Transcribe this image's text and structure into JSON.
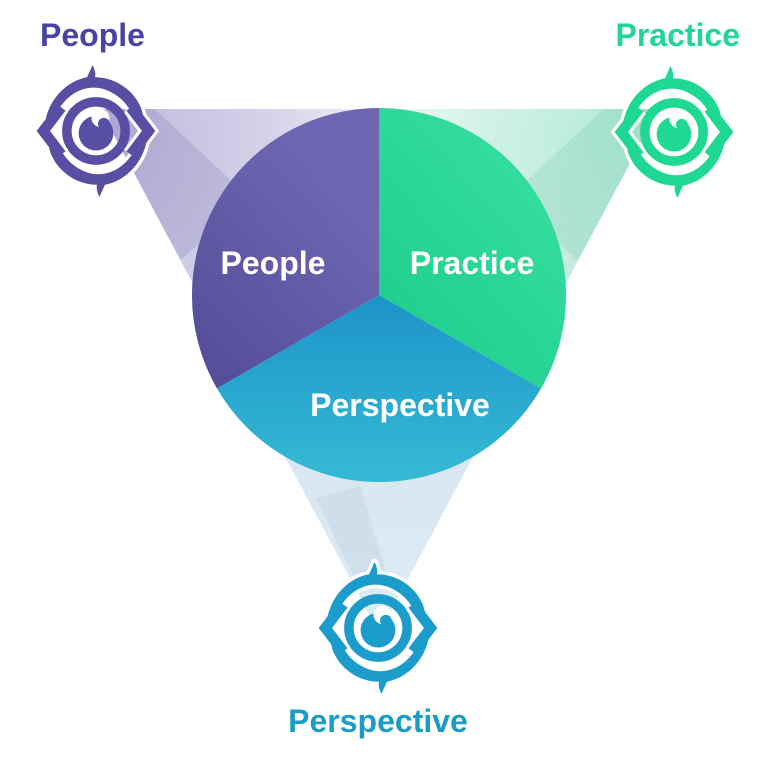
{
  "diagram": {
    "type": "triad-eye-diagram",
    "background": "#ffffff",
    "corners": [
      {
        "id": "people",
        "position": "top-left",
        "label": "People",
        "text_color": "#4a42a6",
        "icon": "eye-icon",
        "icon_color": "#584ea3"
      },
      {
        "id": "practice",
        "position": "top-right",
        "label": "Practice",
        "text_color": "#1ed794",
        "icon": "eye-icon",
        "icon_color": "#1fd893"
      },
      {
        "id": "perspective",
        "position": "bottom",
        "label": "Perspective",
        "text_color": "#1b9cc7",
        "icon": "eye-icon",
        "icon_color": "#1b9ccb"
      }
    ],
    "pie": {
      "label_color": "#ffffff",
      "segments": [
        {
          "label": "People",
          "share": "1/3",
          "color_center": "#6f66b3",
          "color_edge": "#564e98"
        },
        {
          "label": "Practice",
          "share": "1/3",
          "color_center": "#20cf8e",
          "color_edge": "#38e0a2"
        },
        {
          "label": "Perspective",
          "share": "1/3",
          "color_center": "#1d93c8",
          "color_edge": "#36bcd6"
        }
      ]
    },
    "beams": {
      "people_tint_from": "rgba(124,111,182,0.50)",
      "people_tint_mid": "rgba(124,111,182,0.30)",
      "people_tint_to": "rgba(124,111,182,0)",
      "practice_tint_from": "rgba(52,198,146,0.40)",
      "practice_tint_mid": "rgba(52,198,146,0.22)",
      "practice_tint_to": "rgba(52,198,146,0)",
      "base_top": "rgba(226,236,245,0)",
      "base_mid": "rgba(219,231,242,0.55)",
      "base_low": "#d9e7f2",
      "base_bottom": "#dcebf4",
      "shadow_people": "rgba(93,80,160,0.16)",
      "shadow_practice": "rgba(40,170,125,0.13)",
      "shadow_perspective": "rgba(125,155,185,0.12)"
    }
  }
}
